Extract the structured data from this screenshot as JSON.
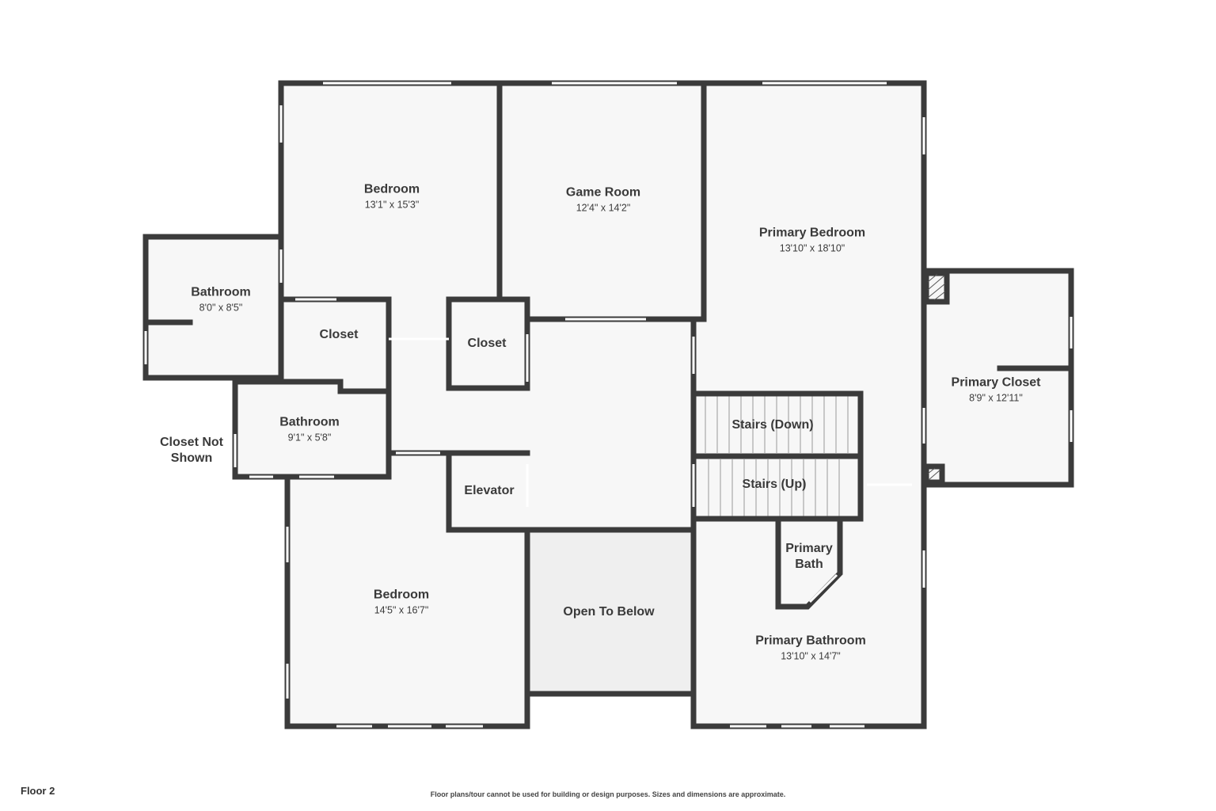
{
  "floor_label": "Floor 2",
  "disclaimer": "Floor plans/tour cannot be used for building or design purposes. Sizes and dimensions are approximate.",
  "rooms": {
    "bedroom_top": {
      "name": "Bedroom",
      "dims": "13'1\" x 15'3\""
    },
    "game_room": {
      "name": "Game Room",
      "dims": "12'4\" x 14'2\""
    },
    "primary_bedroom": {
      "name": "Primary Bedroom",
      "dims": "13'10\" x 18'10\""
    },
    "bathroom_left": {
      "name": "Bathroom",
      "dims": "8'0\" x 8'5\""
    },
    "closet_left": {
      "name": "Closet"
    },
    "closet_center": {
      "name": "Closet"
    },
    "primary_closet": {
      "name": "Primary Closet",
      "dims": "8'9\" x 12'11\""
    },
    "bathroom_small": {
      "name": "Bathroom",
      "dims": "9'1\" x 5'8\""
    },
    "closet_not_shown": {
      "line1": "Closet Not",
      "line2": "Shown"
    },
    "stairs_down": {
      "name": "Stairs (Down)"
    },
    "stairs_up": {
      "name": "Stairs (Up)"
    },
    "elevator": {
      "name": "Elevator"
    },
    "primary_bath_small": {
      "line1": "Primary",
      "line2": "Bath"
    },
    "bedroom_bottom": {
      "name": "Bedroom",
      "dims": "14'5\" x 16'7\""
    },
    "open_to_below": {
      "name": "Open To Below"
    },
    "primary_bathroom": {
      "name": "Primary Bathroom",
      "dims": "13'10\" x 14'7\""
    }
  },
  "colors": {
    "wall": "#3b3b3b",
    "floor": "#f7f7f7",
    "open_area": "#efefef",
    "window": "#ffffff",
    "text": "#3a3a3a"
  }
}
